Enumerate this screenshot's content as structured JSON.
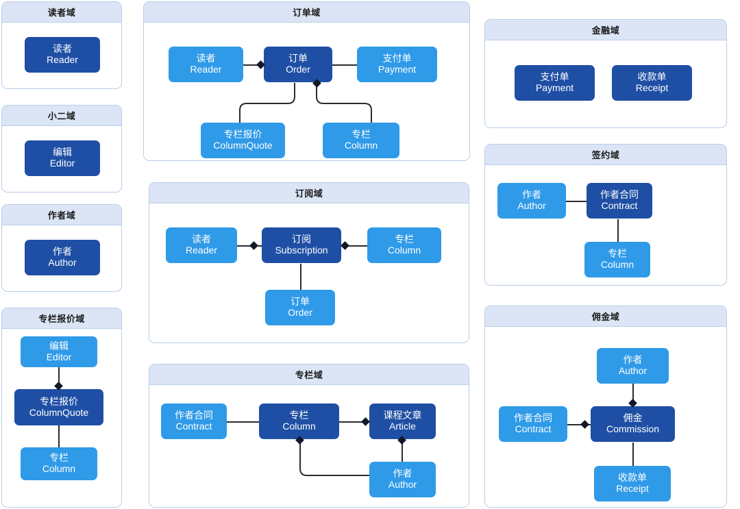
{
  "meta": {
    "title": "Domain Model Map",
    "colors": {
      "node_dark": "#1f4fa5",
      "node_light": "#2f9ae8",
      "panel_header": "#dbe5f5",
      "panel_border": "#b9cde9",
      "edge": "#2b2b2b",
      "background": "#ffffff"
    }
  },
  "domains": [
    {
      "id": "reader",
      "title": "读者域",
      "nodes": [
        {
          "cn": "读者",
          "en": "Reader",
          "style": "dark"
        }
      ]
    },
    {
      "id": "editor",
      "title": "小二域",
      "nodes": [
        {
          "cn": "编辑",
          "en": "Editor",
          "style": "dark"
        }
      ]
    },
    {
      "id": "author",
      "title": "作者域",
      "nodes": [
        {
          "cn": "作者",
          "en": "Author",
          "style": "dark"
        }
      ]
    },
    {
      "id": "column-quote",
      "title": "专栏报价域",
      "nodes": [
        {
          "cn": "编辑",
          "en": "Editor",
          "style": "light"
        },
        {
          "cn": "专栏报价",
          "en": "ColumnQuote",
          "style": "dark"
        },
        {
          "cn": "专栏",
          "en": "Column",
          "style": "light"
        }
      ]
    },
    {
      "id": "order",
      "title": "订单域",
      "nodes": [
        {
          "cn": "读者",
          "en": "Reader",
          "style": "light"
        },
        {
          "cn": "订单",
          "en": "Order",
          "style": "dark"
        },
        {
          "cn": "支付单",
          "en": "Payment",
          "style": "light"
        },
        {
          "cn": "专栏报价",
          "en": "ColumnQuote",
          "style": "light"
        },
        {
          "cn": "专栏",
          "en": "Column",
          "style": "light"
        }
      ]
    },
    {
      "id": "subscription",
      "title": "订阅域",
      "nodes": [
        {
          "cn": "读者",
          "en": "Reader",
          "style": "light"
        },
        {
          "cn": "订阅",
          "en": "Subscription",
          "style": "dark"
        },
        {
          "cn": "专栏",
          "en": "Column",
          "style": "light"
        },
        {
          "cn": "订单",
          "en": "Order",
          "style": "light"
        }
      ]
    },
    {
      "id": "column",
      "title": "专栏域",
      "nodes": [
        {
          "cn": "作者合同",
          "en": "Contract",
          "style": "light"
        },
        {
          "cn": "专栏",
          "en": "Column",
          "style": "dark"
        },
        {
          "cn": "课程文章",
          "en": "Article",
          "style": "dark"
        },
        {
          "cn": "作者",
          "en": "Author",
          "style": "light"
        }
      ]
    },
    {
      "id": "finance",
      "title": "金融域",
      "nodes": [
        {
          "cn": "支付单",
          "en": "Payment",
          "style": "dark"
        },
        {
          "cn": "收款单",
          "en": "Receipt",
          "style": "dark"
        }
      ]
    },
    {
      "id": "contract",
      "title": "签约域",
      "nodes": [
        {
          "cn": "作者",
          "en": "Author",
          "style": "light"
        },
        {
          "cn": "作者合同",
          "en": "Contract",
          "style": "dark"
        },
        {
          "cn": "专栏",
          "en": "Column",
          "style": "light"
        }
      ]
    },
    {
      "id": "commission",
      "title": "佣金域",
      "nodes": [
        {
          "cn": "作者",
          "en": "Author",
          "style": "light"
        },
        {
          "cn": "作者合同",
          "en": "Contract",
          "style": "light"
        },
        {
          "cn": "佣金",
          "en": "Commission",
          "style": "dark"
        },
        {
          "cn": "收款单",
          "en": "Receipt",
          "style": "light"
        }
      ]
    }
  ]
}
